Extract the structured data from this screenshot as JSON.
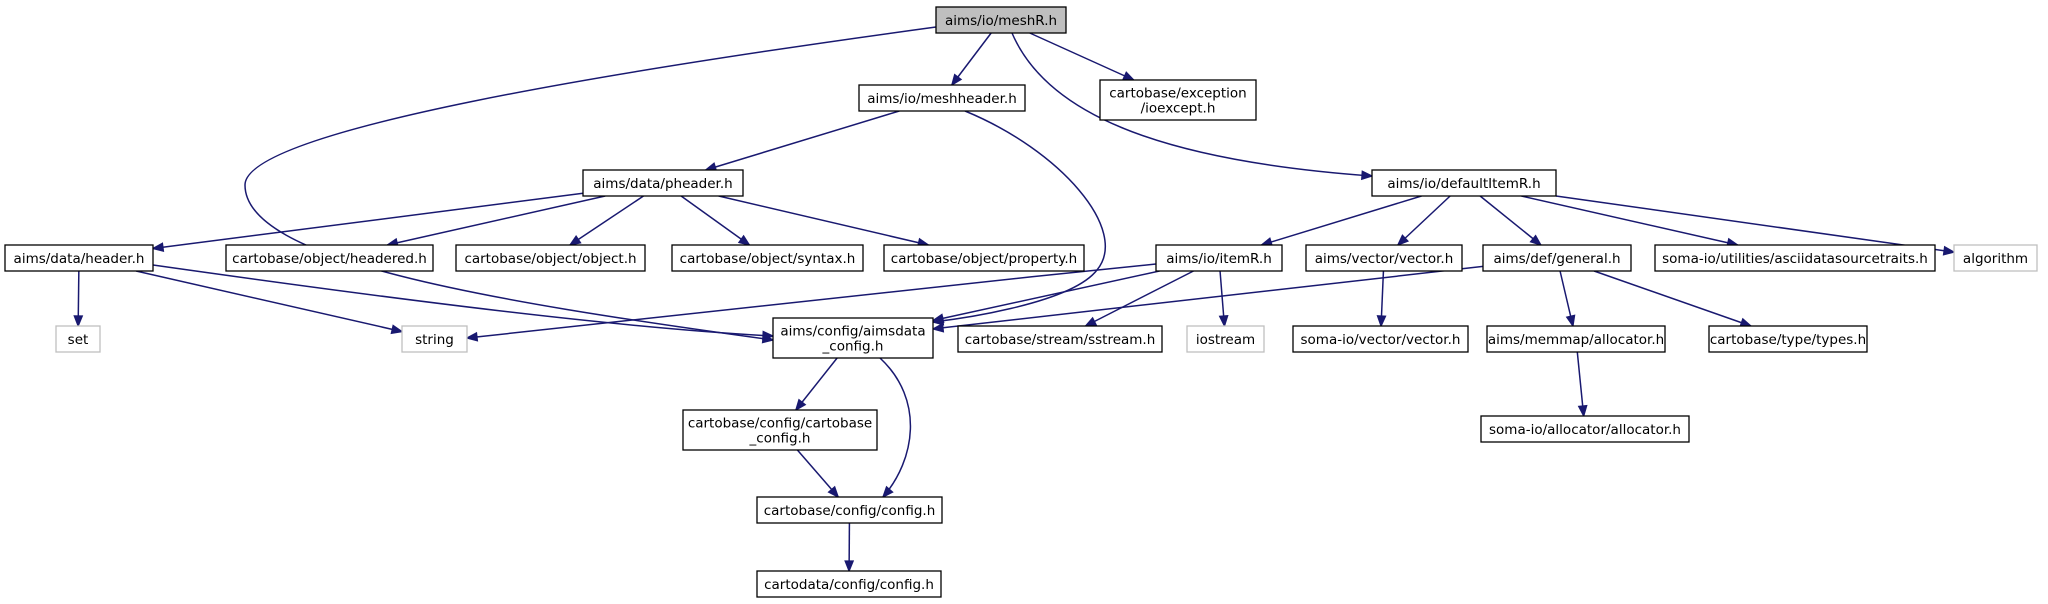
{
  "colors": {
    "edge": "#191970",
    "root_fill": "#bfbfbf",
    "external_stroke": "#bfbfbf"
  },
  "nodes": [
    {
      "id": "meshR",
      "lines": [
        "aims/io/meshR.h"
      ],
      "kind": "root"
    },
    {
      "id": "meshheader",
      "lines": [
        "aims/io/meshheader.h"
      ],
      "kind": "normal"
    },
    {
      "id": "ioexcept",
      "lines": [
        "cartobase/exception",
        "/ioexcept.h"
      ],
      "kind": "normal"
    },
    {
      "id": "defaultItemR",
      "lines": [
        "aims/io/defaultItemR.h"
      ],
      "kind": "normal"
    },
    {
      "id": "pheader",
      "lines": [
        "aims/data/pheader.h"
      ],
      "kind": "normal"
    },
    {
      "id": "header",
      "lines": [
        "aims/data/header.h"
      ],
      "kind": "normal"
    },
    {
      "id": "headered",
      "lines": [
        "cartobase/object/headered.h"
      ],
      "kind": "normal"
    },
    {
      "id": "object",
      "lines": [
        "cartobase/object/object.h"
      ],
      "kind": "normal"
    },
    {
      "id": "syntax",
      "lines": [
        "cartobase/object/syntax.h"
      ],
      "kind": "normal"
    },
    {
      "id": "property",
      "lines": [
        "cartobase/object/property.h"
      ],
      "kind": "normal"
    },
    {
      "id": "itemR",
      "lines": [
        "aims/io/itemR.h"
      ],
      "kind": "normal"
    },
    {
      "id": "vector",
      "lines": [
        "aims/vector/vector.h"
      ],
      "kind": "normal"
    },
    {
      "id": "general",
      "lines": [
        "aims/def/general.h"
      ],
      "kind": "normal"
    },
    {
      "id": "asciitraits",
      "lines": [
        "soma-io/utilities/asciidatasourcetraits.h"
      ],
      "kind": "normal"
    },
    {
      "id": "algorithm",
      "lines": [
        "algorithm"
      ],
      "kind": "external"
    },
    {
      "id": "set",
      "lines": [
        "set"
      ],
      "kind": "external"
    },
    {
      "id": "string",
      "lines": [
        "string"
      ],
      "kind": "external"
    },
    {
      "id": "aimsdata_config",
      "lines": [
        "aims/config/aimsdata",
        "_config.h"
      ],
      "kind": "normal"
    },
    {
      "id": "sstream",
      "lines": [
        "cartobase/stream/sstream.h"
      ],
      "kind": "normal"
    },
    {
      "id": "iostream",
      "lines": [
        "iostream"
      ],
      "kind": "external"
    },
    {
      "id": "somavector",
      "lines": [
        "soma-io/vector/vector.h"
      ],
      "kind": "normal"
    },
    {
      "id": "allocator",
      "lines": [
        "aims/memmap/allocator.h"
      ],
      "kind": "normal"
    },
    {
      "id": "types",
      "lines": [
        "cartobase/type/types.h"
      ],
      "kind": "normal"
    },
    {
      "id": "cartobase_config",
      "lines": [
        "cartobase/config/cartobase",
        "_config.h"
      ],
      "kind": "normal"
    },
    {
      "id": "somaallocator",
      "lines": [
        "soma-io/allocator/allocator.h"
      ],
      "kind": "normal"
    },
    {
      "id": "config",
      "lines": [
        "cartobase/config/config.h"
      ],
      "kind": "normal"
    },
    {
      "id": "cartodata_config",
      "lines": [
        "cartodata/config/config.h"
      ],
      "kind": "normal"
    }
  ],
  "edges": [
    {
      "from": "meshR",
      "to": "meshheader"
    },
    {
      "from": "meshR",
      "to": "ioexcept"
    },
    {
      "from": "meshR",
      "to": "defaultItemR"
    },
    {
      "from": "meshR",
      "to": "aimsdata_config"
    },
    {
      "from": "meshheader",
      "to": "pheader"
    },
    {
      "from": "meshheader",
      "to": "aimsdata_config"
    },
    {
      "from": "pheader",
      "to": "header"
    },
    {
      "from": "pheader",
      "to": "headered"
    },
    {
      "from": "pheader",
      "to": "object"
    },
    {
      "from": "pheader",
      "to": "syntax"
    },
    {
      "from": "pheader",
      "to": "property"
    },
    {
      "from": "header",
      "to": "set"
    },
    {
      "from": "header",
      "to": "string"
    },
    {
      "from": "header",
      "to": "aimsdata_config"
    },
    {
      "from": "defaultItemR",
      "to": "itemR"
    },
    {
      "from": "defaultItemR",
      "to": "vector"
    },
    {
      "from": "defaultItemR",
      "to": "general"
    },
    {
      "from": "defaultItemR",
      "to": "asciitraits"
    },
    {
      "from": "defaultItemR",
      "to": "algorithm"
    },
    {
      "from": "itemR",
      "to": "string"
    },
    {
      "from": "itemR",
      "to": "aimsdata_config"
    },
    {
      "from": "itemR",
      "to": "sstream"
    },
    {
      "from": "itemR",
      "to": "iostream"
    },
    {
      "from": "vector",
      "to": "somavector"
    },
    {
      "from": "general",
      "to": "aimsdata_config"
    },
    {
      "from": "general",
      "to": "allocator"
    },
    {
      "from": "general",
      "to": "types"
    },
    {
      "from": "allocator",
      "to": "somaallocator"
    },
    {
      "from": "aimsdata_config",
      "to": "cartobase_config"
    },
    {
      "from": "aimsdata_config",
      "to": "config"
    },
    {
      "from": "cartobase_config",
      "to": "config"
    },
    {
      "from": "config",
      "to": "cartodata_config"
    }
  ]
}
